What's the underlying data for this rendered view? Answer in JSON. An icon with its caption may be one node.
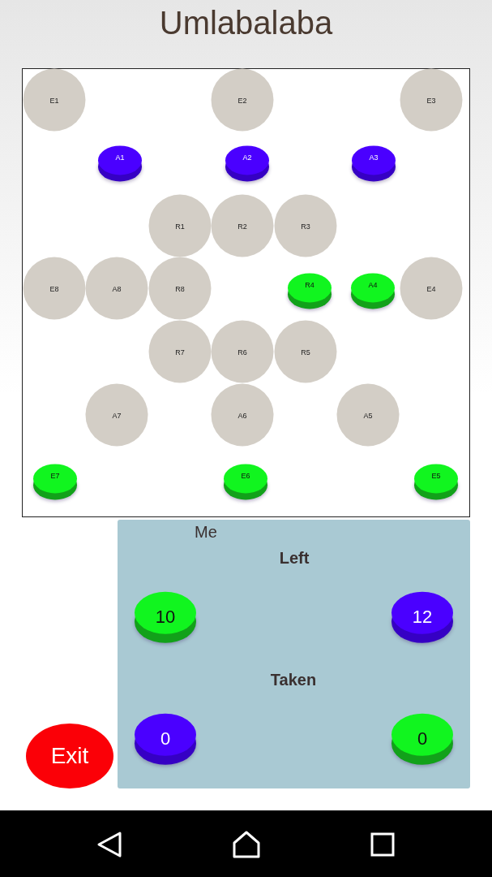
{
  "diagram": {
    "title": "Umlabalaba",
    "nodes": [
      {
        "text": [],
        "shape": "box"
      },
      {
        "text": [
          "E1"
        ],
        "in": 0
      },
      {
        "text": [
          "E2"
        ],
        "in": 0
      },
      {
        "text": [
          "E3"
        ],
        "in": 0
      },
      {
        "text": [
          "A1"
        ],
        "in": 0
      },
      {
        "text": [
          "A2"
        ],
        "in": 0
      },
      {
        "text": [
          "A3"
        ],
        "in": 0
      },
      {
        "text": [
          "R1"
        ],
        "in": 0
      },
      {
        "text": [
          "R2"
        ],
        "in": 0
      },
      {
        "text": [
          "R3"
        ],
        "in": 0
      },
      {
        "text": [
          "E8"
        ],
        "in": 0
      },
      {
        "text": [
          "A8"
        ],
        "in": 0
      },
      {
        "text": [
          "R8"
        ],
        "in": 0
      },
      {
        "text": [
          "R4"
        ],
        "in": 0
      },
      {
        "text": [
          "A4"
        ],
        "in": 0
      },
      {
        "text": [
          "E4"
        ],
        "in": 0
      },
      {
        "text": [
          "R7"
        ],
        "in": 0
      },
      {
        "text": [
          "R6"
        ],
        "in": 0
      },
      {
        "text": [
          "R5"
        ],
        "in": 0
      },
      {
        "text": [
          "A7"
        ],
        "in": 0
      },
      {
        "text": [
          "A6"
        ],
        "in": 0
      },
      {
        "text": [
          "A5"
        ],
        "in": 0
      },
      {
        "text": [
          "E7"
        ],
        "in": 0
      },
      {
        "text": [
          "E6"
        ],
        "in": 0
      },
      {
        "text": [
          "E5"
        ],
        "in": 0
      },
      {
        "text": [
          "Me",
          "Left",
          "Taken"
        ]
      },
      {
        "text": [
          "10"
        ],
        "in": 25
      },
      {
        "text": [
          "12"
        ],
        "in": 25
      },
      {
        "text": [
          "0"
        ],
        "in": 25
      },
      {
        "text": [
          "0"
        ],
        "in": 25
      },
      {
        "text": [
          "Exit"
        ]
      }
    ]
  }
}
